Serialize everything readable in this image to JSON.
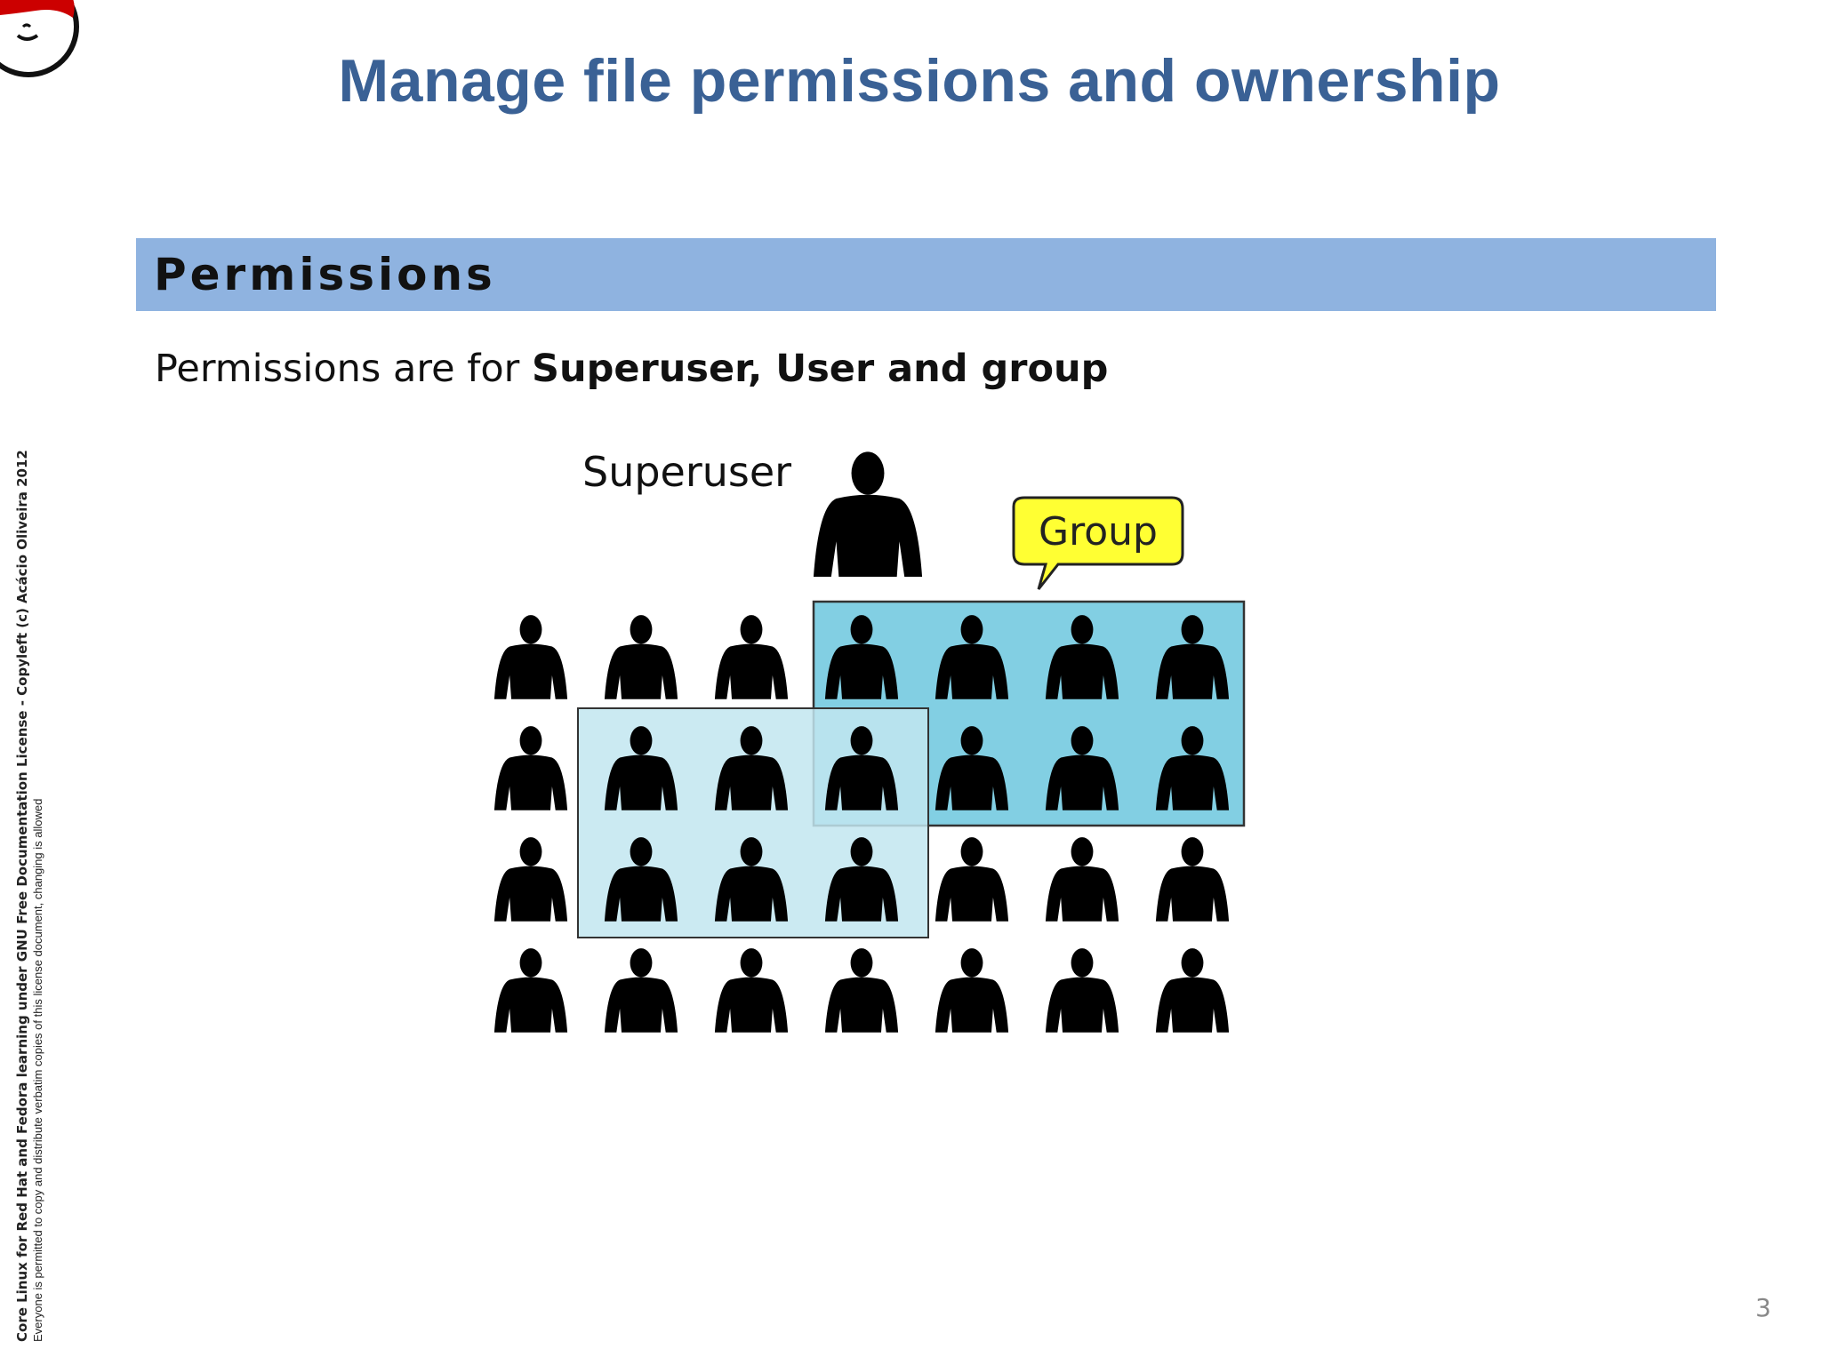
{
  "slide": {
    "title": "Manage file permissions and ownership",
    "section_heading": "Permissions",
    "body_prefix": "Permissions are for ",
    "body_bold": "Superuser, User and group",
    "page_number": "3"
  },
  "diagram": {
    "superuser_label": "Superuser",
    "group_label": "Group",
    "rows": 4,
    "columns": 7,
    "colors": {
      "group_box": "#82cfe3",
      "user_box": "#c2e6f0",
      "callout": "#ffff33",
      "figure": "#000000"
    }
  },
  "sidebar": {
    "line1": "Core Linux for Red Hat and Fedora learning under GNU Free Documentation License  - Copyleft (c) Acácio Oliveira 2012",
    "line2": "Everyone is permitted to copy and distribute verbatim copies of this license document, changing is allowed"
  },
  "colors": {
    "title": "#3a6195",
    "section_bar": "#8fb3e0",
    "logo_red": "#cc0000"
  }
}
